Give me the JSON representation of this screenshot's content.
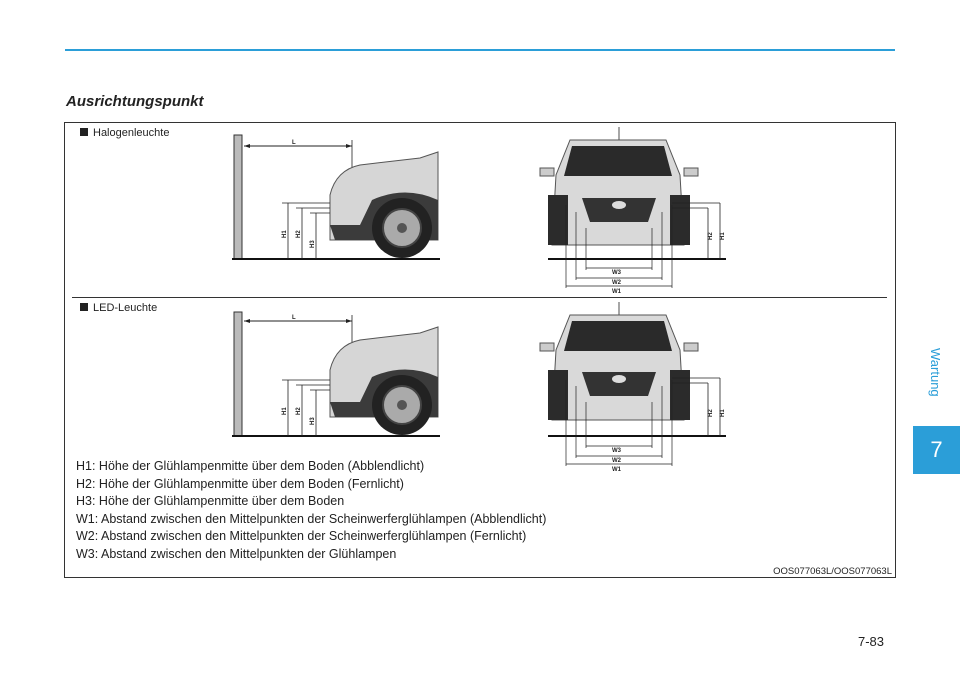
{
  "section": {
    "title": "Ausrichtungspunkt"
  },
  "figure": {
    "halogen_label": "Halogenleuchte",
    "led_label": "LED-Leuchte",
    "dim_labels": {
      "L": "L",
      "H1": "H1",
      "H2": "H2",
      "H3": "H3",
      "W1": "W1",
      "W2": "W2",
      "W3": "W3"
    },
    "legend": [
      "H1: Höhe der Glühlampenmitte über dem Boden (Abblendlicht)",
      "H2: Höhe der Glühlampenmitte über dem Boden (Fernlicht)",
      "H3: Höhe der Glühlampenmitte über dem Boden",
      "W1: Abstand zwischen den Mittelpunkten der Scheinwerferglühlampen (Abblendlicht)",
      "W2: Abstand zwischen den Mittelpunkten der Scheinwerferglühlampen (Fernlicht)",
      "W3: Abstand zwischen den Mittelpunkten der Glühlampen"
    ],
    "code": "OOS077063L/OOS077063L"
  },
  "sidebar": {
    "chapter_name": "Wartung",
    "chapter_number": "7"
  },
  "footer": {
    "page_number": "7-83"
  },
  "colors": {
    "accent": "#2b9ed8"
  }
}
